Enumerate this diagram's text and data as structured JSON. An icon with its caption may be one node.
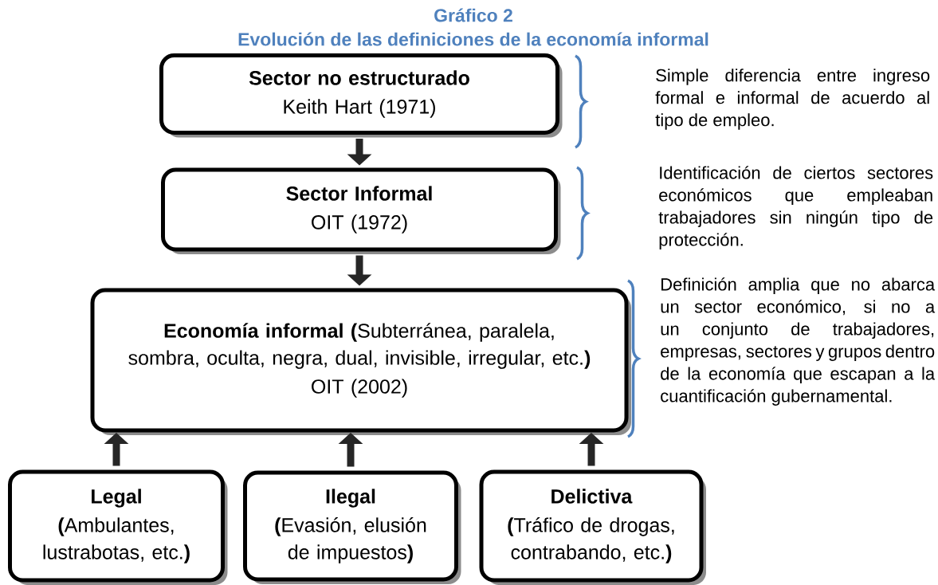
{
  "diagram": {
    "title": "Gráfico 2",
    "nodes": [
      {
        "text": [
          "**Sector no estructurado**",
          "Keith Hart (1971)"
        ]
      },
      {
        "text": [
          "**Sector Informal**",
          "OIT (1972)"
        ]
      },
      {
        "text": [
          "**Economía informal (**Subterránea, paralela, sombra, oculta, negra, dual, invisible, irregular, etc.**)**",
          "OIT (2002)"
        ]
      },
      {
        "text": [
          "**Legal**",
          "**(**Ambulantes, lustrabotas, etc.**)**"
        ]
      },
      {
        "text": [
          "**Ilegal**",
          "**(**Evasión, elusión de impuestos**)**"
        ]
      },
      {
        "text": [
          "**Delictiva**",
          "**(**Tráfico de drogas, contrabando, etc.**)**"
        ]
      }
    ],
    "edges": [
      {
        "from": 0,
        "to": 1,
        "arrow": "to"
      },
      {
        "from": 1,
        "to": 2,
        "arrow": "to"
      },
      {
        "from": 3,
        "to": 2,
        "arrow": "to"
      },
      {
        "from": 4,
        "to": 2,
        "arrow": "to"
      },
      {
        "from": 5,
        "to": 2,
        "arrow": "to"
      }
    ],
    "labels": [
      "Evolución de las definiciones de la economía informal",
      "Simple diferencia entre ingreso formal e informal de acuerdo al tipo de empleo.",
      "Identificación de ciertos sectores económicos que empleaban trabajadores sin ningún tipo de protección.",
      "Definición amplia que no abarca un sector económico, si no a un conjunto de trabajadores, empresas, sectores y grupos dentro de la economía que escapan a la cuantificación gubernamental."
    ]
  }
}
